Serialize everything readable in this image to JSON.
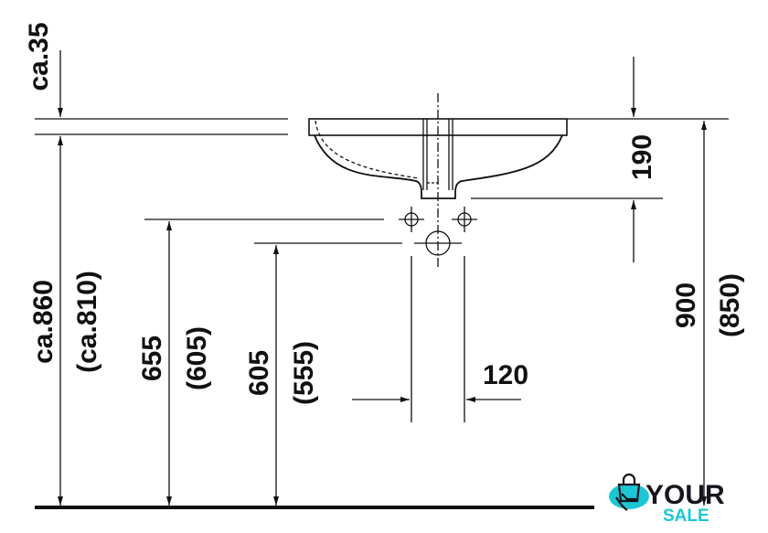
{
  "dimensions": {
    "overflow_gap": "ca.35",
    "height_to_rim": "ca.860",
    "height_to_rim_alt": "(ca.810)",
    "tap_holes_height": "655",
    "tap_holes_height_alt": "(605)",
    "waste_height": "605",
    "waste_height_alt": "(555)",
    "basin_depth": "190",
    "total_height": "900",
    "total_height_alt": "(850)",
    "tap_spacing": "120"
  },
  "logo": {
    "line1": "YOUR",
    "line2": "SALE",
    "accent": "#1cc6d3"
  }
}
